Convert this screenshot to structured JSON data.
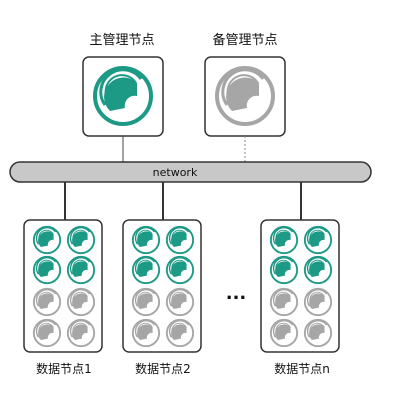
{
  "primary_node_label": "主管理节点",
  "backup_node_label": "备管理节点",
  "network_label": "network",
  "ellipsis": "...",
  "data_nodes": [
    {
      "label": "数据节点1"
    },
    {
      "label": "数据节点2"
    },
    {
      "label": "数据节点n"
    }
  ],
  "colors": {
    "active": "#1d9a86",
    "inactive": "#a6a6a6",
    "network_fill": "#c8c8c8",
    "border": "#333333"
  }
}
